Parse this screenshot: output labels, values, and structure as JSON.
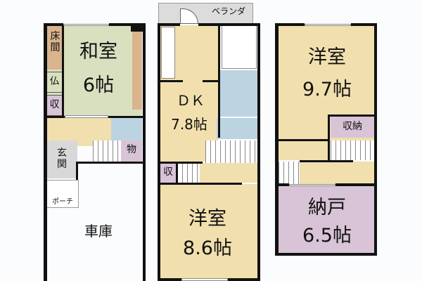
{
  "floors": {
    "floor1": {
      "rooms": {
        "washitsu": {
          "name": "和室",
          "size": "6帖"
        },
        "tokonoma": {
          "name": "床\n間"
        },
        "butsuma": {
          "name": "仏"
        },
        "storage1": {
          "name": "収"
        },
        "genkan": {
          "name": "玄\n関"
        },
        "monooki": {
          "name": "物"
        },
        "porch": {
          "name": "ポーチ"
        },
        "garage": {
          "name": "車庫"
        }
      }
    },
    "floor2": {
      "rooms": {
        "veranda": {
          "name": "ベランダ"
        },
        "dk": {
          "name": "ＤＫ",
          "size": "7.8帖"
        },
        "storage2": {
          "name": "収"
        },
        "youshitsu": {
          "name": "洋室",
          "size": "8.6帖"
        }
      }
    },
    "floor3": {
      "rooms": {
        "youshitsu": {
          "name": "洋室",
          "size": "9.7帖"
        },
        "shuunou": {
          "name": "収納"
        },
        "nando": {
          "name": "納戸",
          "size": "6.5帖"
        }
      }
    }
  },
  "colors": {
    "washitsu": "#d9e0bf",
    "tokonoma": "#d9b48c",
    "storage": "#d8c4d6",
    "wood_floor": "#f1dfae",
    "wet_area": "#bcd3e2",
    "genkan": "#d8d8d8",
    "veranda": "#dcdcdc",
    "garage": "#fbfcfe",
    "nando": "#d8c4d6"
  }
}
